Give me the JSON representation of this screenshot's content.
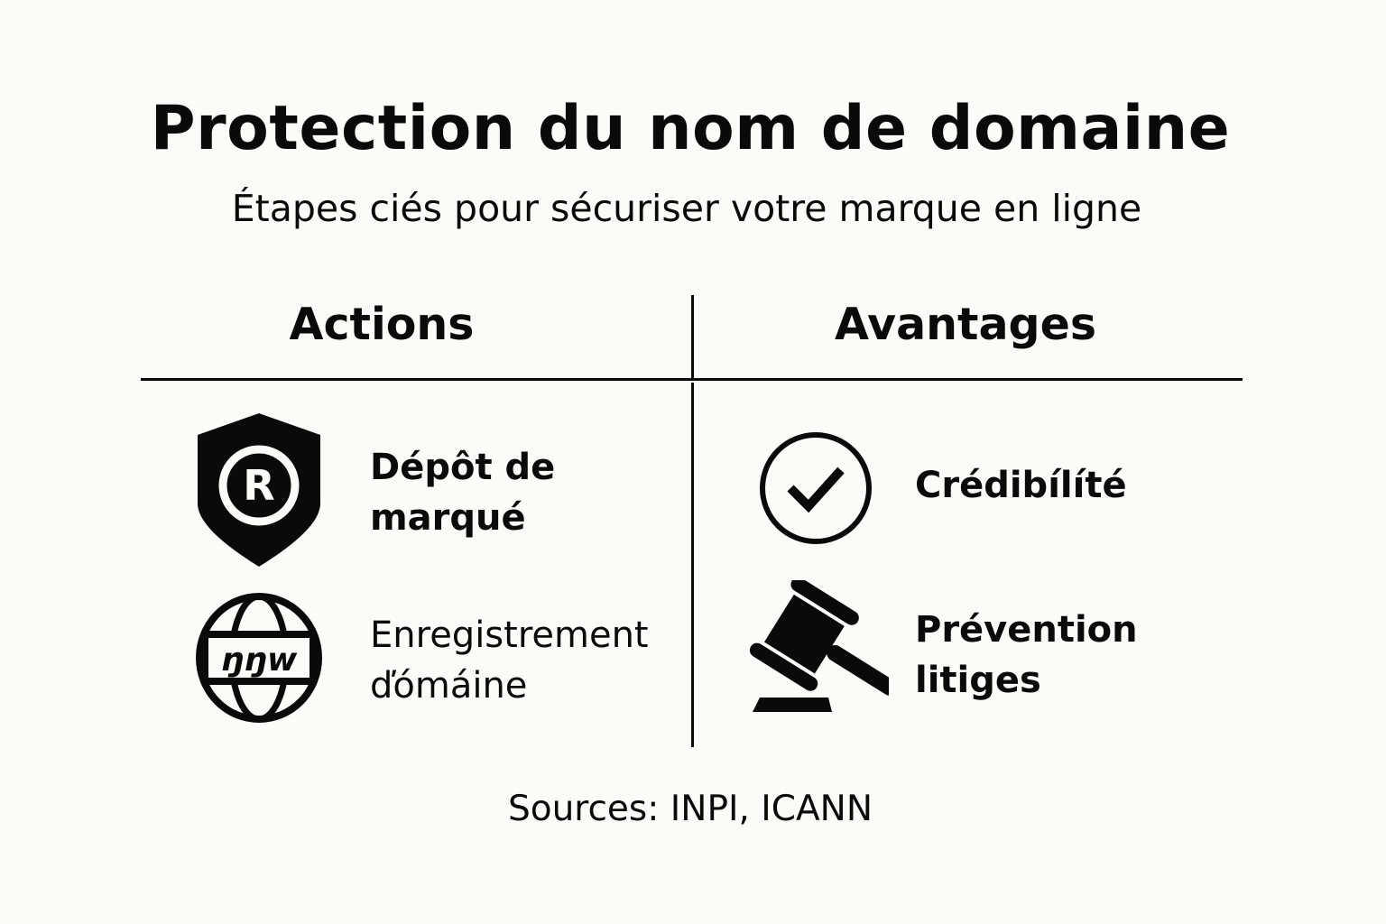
{
  "header": {
    "title": "Protection du nom de domaine",
    "subtitle": "Étapes ciés pour sécuriser votre marque en ligne"
  },
  "columns": {
    "actions": {
      "heading": "Actions",
      "items": [
        {
          "icon": "shield-registered-icon",
          "line1": "Dépôt de",
          "line2": "marqué"
        },
        {
          "icon": "globe-www-icon",
          "line1": "Enregistrement",
          "line2": "ďómáine"
        }
      ]
    },
    "benefits": {
      "heading": "Avantages",
      "items": [
        {
          "icon": "check-circle-icon",
          "line1": "Crédibílíté",
          "line2": ""
        },
        {
          "icon": "gavel-icon",
          "line1": "Prévention",
          "line2": "litiges"
        }
      ]
    }
  },
  "footer": {
    "sources": "Sources: INPI, ICANN"
  },
  "colors": {
    "background": "#fbfbf8",
    "ink": "#0a0a0a"
  }
}
